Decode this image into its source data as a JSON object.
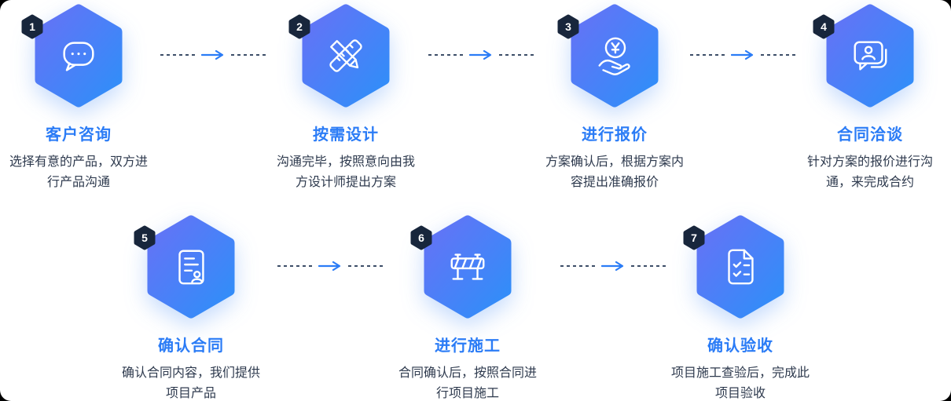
{
  "colors": {
    "accent_blue": "#2b7cf6",
    "hex_gradient_start": "#6672f6",
    "hex_gradient_end": "#2e8ff9",
    "badge_navy": "#18263c",
    "desc_text": "#2e3a4e",
    "background": "#ffffff"
  },
  "steps": [
    {
      "number": "1",
      "title": "客户咨询",
      "desc": "选择有意的产品，双方进\n行产品沟通",
      "icon": "chat-bubble-icon"
    },
    {
      "number": "2",
      "title": "按需设计",
      "desc": "沟通完毕，按照意向由我\n方设计师提出方案",
      "icon": "pencil-ruler-icon"
    },
    {
      "number": "3",
      "title": "进行报价",
      "desc": "方案确认后，根据方案内\n容提出准确报价",
      "icon": "hand-coin-icon"
    },
    {
      "number": "4",
      "title": "合同洽谈",
      "desc": "针对方案的报价进行沟\n通，来完成合约",
      "icon": "person-bubble-icon"
    },
    {
      "number": "5",
      "title": "确认合同",
      "desc": "确认合同内容，我们提供\n项目产品",
      "icon": "contract-document-icon"
    },
    {
      "number": "6",
      "title": "进行施工",
      "desc": "合同确认后，按照合同进\n行项目施工",
      "icon": "construction-barrier-icon"
    },
    {
      "number": "7",
      "title": "确认验收",
      "desc": "项目施工查验后，完成此\n项目验收",
      "icon": "checklist-icon"
    }
  ]
}
